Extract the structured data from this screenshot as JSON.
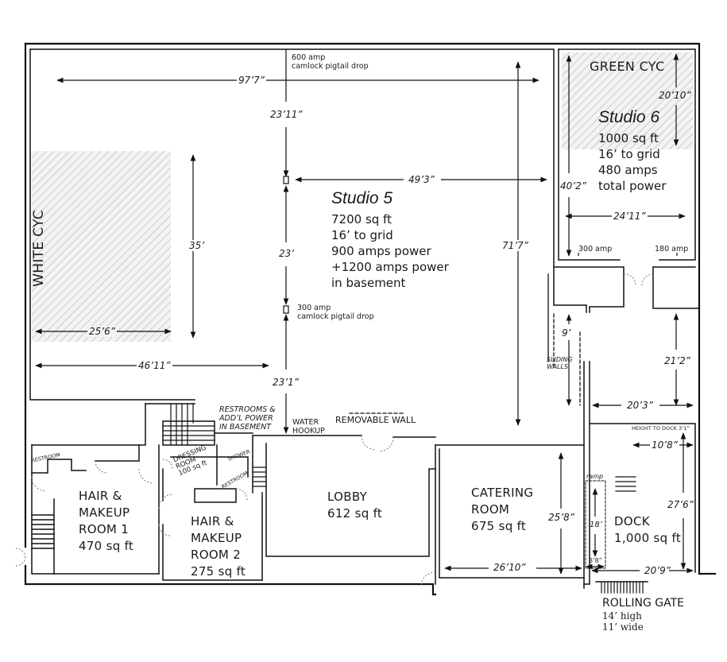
{
  "studio5": {
    "title": "Studio 5",
    "specs": [
      "7200 sq ft",
      "16’ to grid",
      "900 amps power",
      "+1200 amps power",
      "in basement"
    ]
  },
  "studio6": {
    "title": "Studio 6",
    "specs": [
      "1000 sq ft",
      "16’ to grid",
      "480 amps",
      "total power"
    ]
  },
  "cycs": {
    "white": "WHITE CYC",
    "green": "GREEN CYC"
  },
  "power": {
    "drop600": [
      "600 amp",
      "camlock pigtail drop"
    ],
    "drop300": [
      "300 amp",
      "camlock pigtail drop"
    ],
    "amp300": "300 amp",
    "amp180": "180 amp"
  },
  "dimensions": {
    "d97_7": "97’7”",
    "d23_11": "23’11”",
    "d49_3": "49’3”",
    "d35": "35’",
    "d23": "23’",
    "d71_7": "71’7”",
    "d25_6": "25’6”",
    "d46_11": "46’11”",
    "d23_1": "23’1”",
    "d20_10": "20’10”",
    "d40_2": "40’2”",
    "d24_11": "24’11”",
    "d9": "9’",
    "d21_2": "21’2”",
    "d20_3": "20’3”",
    "d10_8": "10’8”",
    "d27_6": "27’6”",
    "d25_8": "25’8”",
    "d26_10": "26’10”",
    "d18": "18’",
    "d3_8": "3’8”",
    "d20_9": "20’9”"
  },
  "notes": {
    "restrooms": [
      "RESTROOMS &",
      "ADD’L POWER",
      "IN BASEMENT"
    ],
    "water": [
      "WATER",
      "HOOKUP"
    ],
    "removable_wall": "REMOVABLE WALL",
    "sliding_walls": [
      "SLIDING",
      "WALLS"
    ],
    "height_to_dock": "HEIGHT TO DOCK 3’1”",
    "restroom_left": "RESTROOM",
    "restroom_mid": "RESTROOM",
    "shower": "SHOWER",
    "ramp": "ramp"
  },
  "rooms": {
    "hair1": [
      "HAIR &",
      "MAKEUP",
      "ROOM 1",
      "470 sq ft"
    ],
    "hair2": [
      "HAIR &",
      "MAKEUP",
      "ROOM 2",
      "275 sq ft"
    ],
    "dressing": [
      "DRESSING",
      "ROOM",
      "100 sq ft"
    ],
    "lobby": [
      "LOBBY",
      "612 sq ft"
    ],
    "catering": [
      "CATERING",
      "ROOM",
      "675 sq ft"
    ],
    "dock": [
      "DOCK",
      "1,000 sq ft"
    ]
  },
  "rolling_gate": {
    "title": "ROLLING GATE",
    "lines": [
      "14’ high",
      "11’ wide"
    ]
  }
}
